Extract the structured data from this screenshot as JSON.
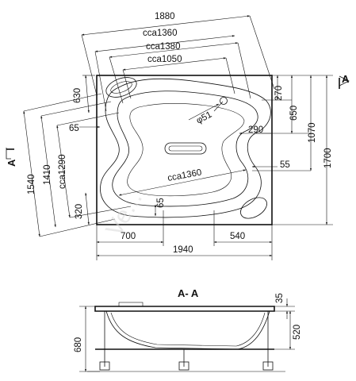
{
  "dimensions": {
    "overall_length_top": "1880",
    "inner_1360_top": "cca1360",
    "inner_1380": "cca1380",
    "inner_1050": "cca1050",
    "left_630": "630",
    "right_270": "270",
    "right_650": "650",
    "right_1070": "1070",
    "right_1700": "1700",
    "drain_diameter": "φ51",
    "right_290": "290",
    "left_65": "65",
    "right_55": "55",
    "inner_1360_bottom": "cca1360",
    "center_65": "65",
    "left_320": "320",
    "left_1540": "1540",
    "left_1410": "1410",
    "left_1290": "cca1290",
    "bottom_700": "700",
    "bottom_540": "540",
    "overall_width_bottom": "1940",
    "section_35": "35",
    "section_520": "520",
    "section_680": "680"
  },
  "section": {
    "marker_letter": "A",
    "title": "A- A"
  },
  "watermark": "Ve..."
}
